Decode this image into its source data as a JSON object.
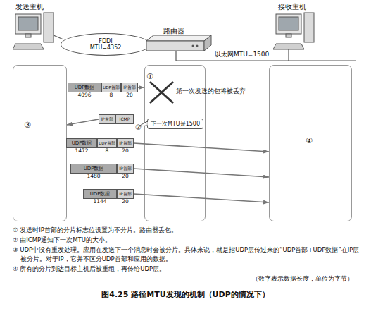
{
  "diagram": {
    "caption": "图4.25 路径MTU发现的机制（UDP的情况下）",
    "nodes": [
      {
        "text": [
          "FDDI MTU=4352"
        ]
      },
      {
        "text": [
          "③"
        ]
      },
      {
        "text": [
          "①"
        ]
      },
      {
        "text": [
          "④"
        ]
      },
      {
        "text": [
          "UDP数据",
          "4096"
        ]
      },
      {
        "text": [
          "UDP首部",
          "8"
        ]
      },
      {
        "text": [
          "IP首部",
          "20"
        ]
      },
      {
        "text": [
          "IP首部"
        ]
      },
      {
        "text": [
          "ICMP"
        ]
      },
      {
        "text": [
          "下一次MTU是1500"
        ],
        "in": 2
      },
      {
        "text": [
          "UDP数据",
          "1472"
        ]
      },
      {
        "text": [
          "UDP首部",
          "8"
        ]
      },
      {
        "text": [
          "IP首部",
          "20"
        ]
      },
      {
        "text": [
          "UDP数据",
          "1480"
        ]
      },
      {
        "text": [
          "IP首部",
          "20"
        ]
      },
      {
        "text": [
          "UDP数据",
          "1144"
        ]
      },
      {
        "text": [
          "IP首部",
          "20"
        ]
      }
    ],
    "edges": [
      {
        "from": 6,
        "to": 2,
        "arrow": "to"
      },
      {
        "from": 7,
        "to": 1,
        "arrow": "to"
      },
      {
        "from": 12,
        "to": 3,
        "arrow": "to"
      },
      {
        "from": 14,
        "to": 3,
        "arrow": "to"
      },
      {
        "from": 16,
        "to": 3,
        "arrow": "to"
      }
    ],
    "labels": [
      "发送主机",
      "路由器",
      "接收主机",
      "以太网MTU=1500",
      "第一次发送的包将被丢弃",
      "②",
      "① 发送时IP首部的分片标志位设置为不分片。路由器丢包。",
      "② 由ICMP通知下一次MTU的大小。",
      "③ UDP中没有重发处理。应用在发送下一个消息时会被分片。具体来说，就是指UDP层传过来的“UDP首部+UDP数据”在IP层被分片。对于IP，它并不区分UDP首部和应用的数据。",
      "④ 所有的分片到达目标主机后被重组，再传给UDP层。",
      "（数字表示数据长度，单位为字节）"
    ]
  }
}
